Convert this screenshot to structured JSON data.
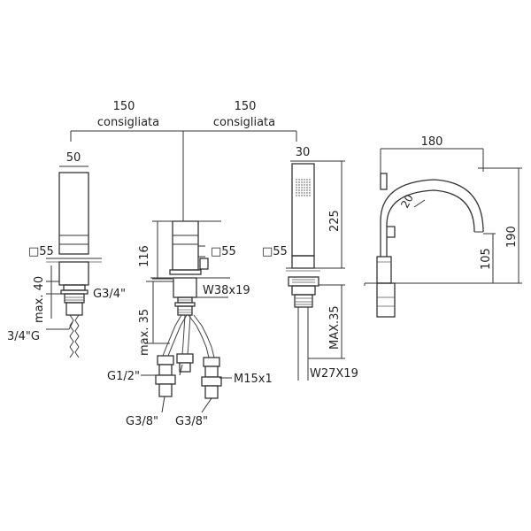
{
  "dimensions": {
    "spacing_left": "150",
    "spacing_left_note": "consigliata",
    "spacing_right": "150",
    "spacing_right_note": "consigliata",
    "valve_width": "50",
    "valve_square": "□55",
    "valve_max_depth": "max. 40",
    "valve_thread": "G3/4\"",
    "valve_outlet": "3/4\"G",
    "mixer_height": "116",
    "mixer_square": "□55",
    "mixer_body": "W38x19",
    "mixer_max_depth": "max. 35",
    "mixer_inlet": "G1/2\"",
    "mixer_hot": "G3/8\"",
    "mixer_cold": "G3/8\"",
    "mixer_hose": "M15x1",
    "shower_width": "30",
    "shower_height": "225",
    "shower_square": "□55",
    "shower_max_depth": "MAX.35",
    "shower_hose": "W27X19",
    "spout_reach": "180",
    "spout_radius": "20",
    "spout_outlet_height": "105",
    "spout_total_height": "190"
  },
  "colors": {
    "line": "#333333",
    "text": "#222222",
    "background": "#ffffff"
  }
}
